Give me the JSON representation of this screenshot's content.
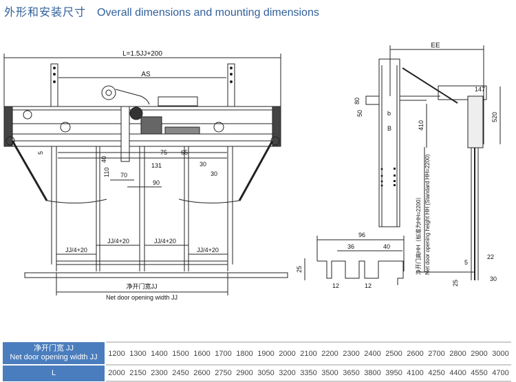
{
  "header": {
    "title_cn": "外形和安装尺寸",
    "title_en": "Overall dimensions and mounting dimensions",
    "accent_color": "#2f5f9a"
  },
  "front_view": {
    "overall_length_label": "L=1.5JJ+200",
    "hanger_spacing_label": "AS",
    "dims": {
      "d5": "5",
      "d40": "40",
      "d110": "110",
      "d70": "70",
      "d75": "75",
      "d65": "65",
      "d131": "131",
      "d90": "90",
      "d30a": "30",
      "d30b": "30"
    },
    "panel_widths": [
      "JJ/4+20",
      "JJ/4+20",
      "JJ/4+20",
      "JJ/4+20"
    ],
    "net_width_cn": "净开门宽JJ",
    "net_width_en": "Net door opening width JJ"
  },
  "side_view": {
    "ee_label": "EE",
    "d80": "80",
    "d50": "50",
    "b_small": "b",
    "b_large": "B",
    "d410": "410",
    "d147": "147",
    "d520": "520",
    "height_cn": "净开门高HH（标准为HH=2200）",
    "height_en": "Net door opening height HH (Standard HH=2200)",
    "d5": "5",
    "d22": "22",
    "d25": "25",
    "d30": "30"
  },
  "sill_detail": {
    "d96": "96",
    "d36": "36",
    "d40": "40",
    "d25": "25",
    "d12a": "12",
    "d12b": "12"
  },
  "spec_table": {
    "row1_header_cn": "净开门宽 JJ",
    "row1_header_en": "Net door opening width JJ",
    "row2_header": "L",
    "jj": [
      "1200",
      "1300",
      "1400",
      "1500",
      "1600",
      "1700",
      "1800",
      "1900",
      "2000",
      "2100",
      "2200",
      "2300",
      "2400",
      "2500",
      "2600",
      "2700",
      "2800",
      "2900",
      "3000"
    ],
    "l": [
      "2000",
      "2150",
      "2300",
      "2450",
      "2600",
      "2750",
      "2900",
      "3050",
      "3200",
      "3350",
      "3500",
      "3650",
      "3800",
      "3950",
      "4100",
      "4250",
      "4400",
      "4550",
      "4700"
    ],
    "header_color": "#4a7dbd"
  }
}
